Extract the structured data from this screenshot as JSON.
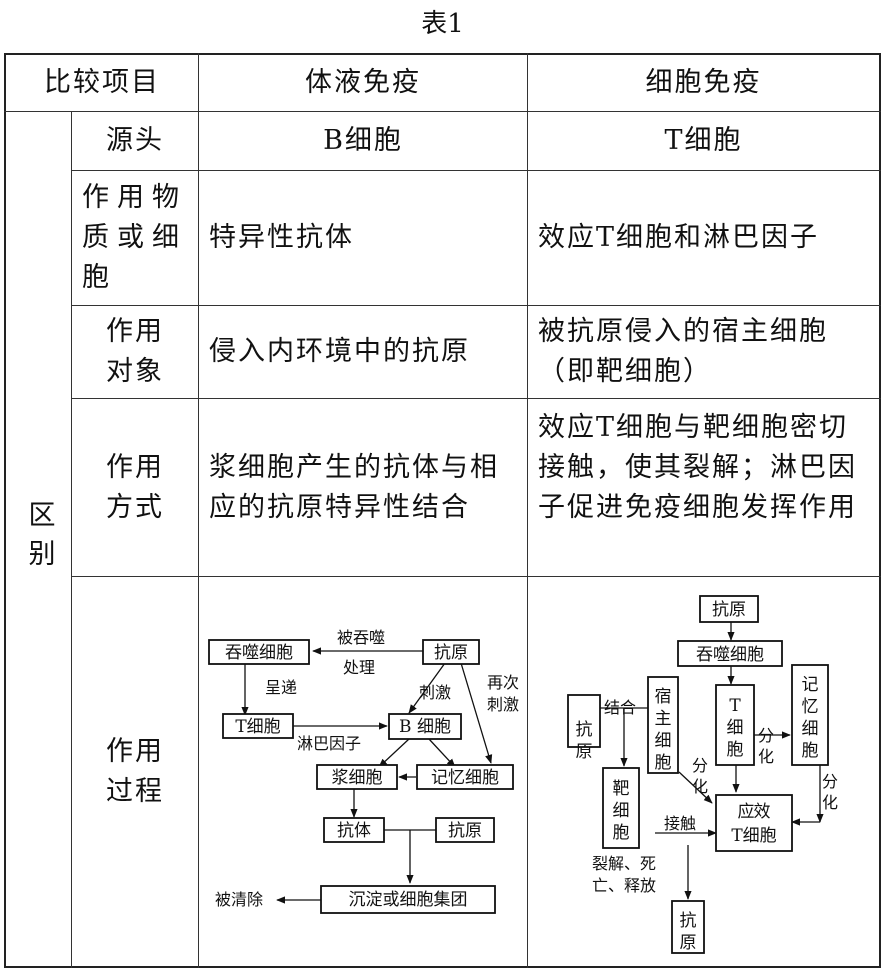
{
  "title": "表1",
  "header": {
    "item": "比较项目",
    "humoral": "体液免疫",
    "cellular": "细胞免疫"
  },
  "group_label": "区别",
  "rows": [
    {
      "label": "源头",
      "humoral": "B细胞",
      "cellular": "T细胞"
    },
    {
      "label": "作用物质或细胞",
      "humoral": "特异性抗体",
      "cellular": "效应T细胞和淋巴因子"
    },
    {
      "label": "作用对象",
      "humoral": "侵入内环境中的抗原",
      "cellular": "被抗原侵入的宿主细胞（即靶细胞）"
    },
    {
      "label": "作用方式",
      "humoral": "浆细胞产生的抗体与相应的抗原特异性结合",
      "cellular": "效应T细胞与靶细胞密切接触，使其裂解；淋巴因子促进免疫细胞发挥作用"
    },
    {
      "label": "作用过程"
    }
  ],
  "humoral_diagram": {
    "nodes": {
      "phagocyte": "吞噬细胞",
      "antigen": "抗原",
      "t_cell": "T细胞",
      "b_cell": "B 细胞",
      "plasma": "浆细胞",
      "memory": "记忆细胞",
      "antibody": "抗体",
      "antigen2": "抗原",
      "precipitate": "沉淀或细胞集团"
    },
    "labels": {
      "phagocytosed": "被吞噬",
      "processed": "处理",
      "present": "呈递",
      "lymphokine": "淋巴因子",
      "stimulate": "刺激",
      "re_stimulate_1": "再次",
      "re_stimulate_2": "刺激",
      "cleared": "被清除"
    }
  },
  "cellular_diagram": {
    "nodes": {
      "antigen_top": "抗原",
      "phagocyte": "吞噬细胞",
      "antigen_left": "抗原",
      "host_cell": "宿主细胞",
      "t_cell": "T细胞",
      "memory": "记忆细胞",
      "target": "靶细胞",
      "effector": "效应T细胞",
      "antigen_bottom": "抗原"
    },
    "labels": {
      "combine": "结合",
      "differentiate_1": "分化",
      "differentiate_2": "分化",
      "differentiate_3": "分化",
      "contact": "接触",
      "lysis_1": "裂解、死",
      "lysis_2": "亡、释放"
    }
  }
}
